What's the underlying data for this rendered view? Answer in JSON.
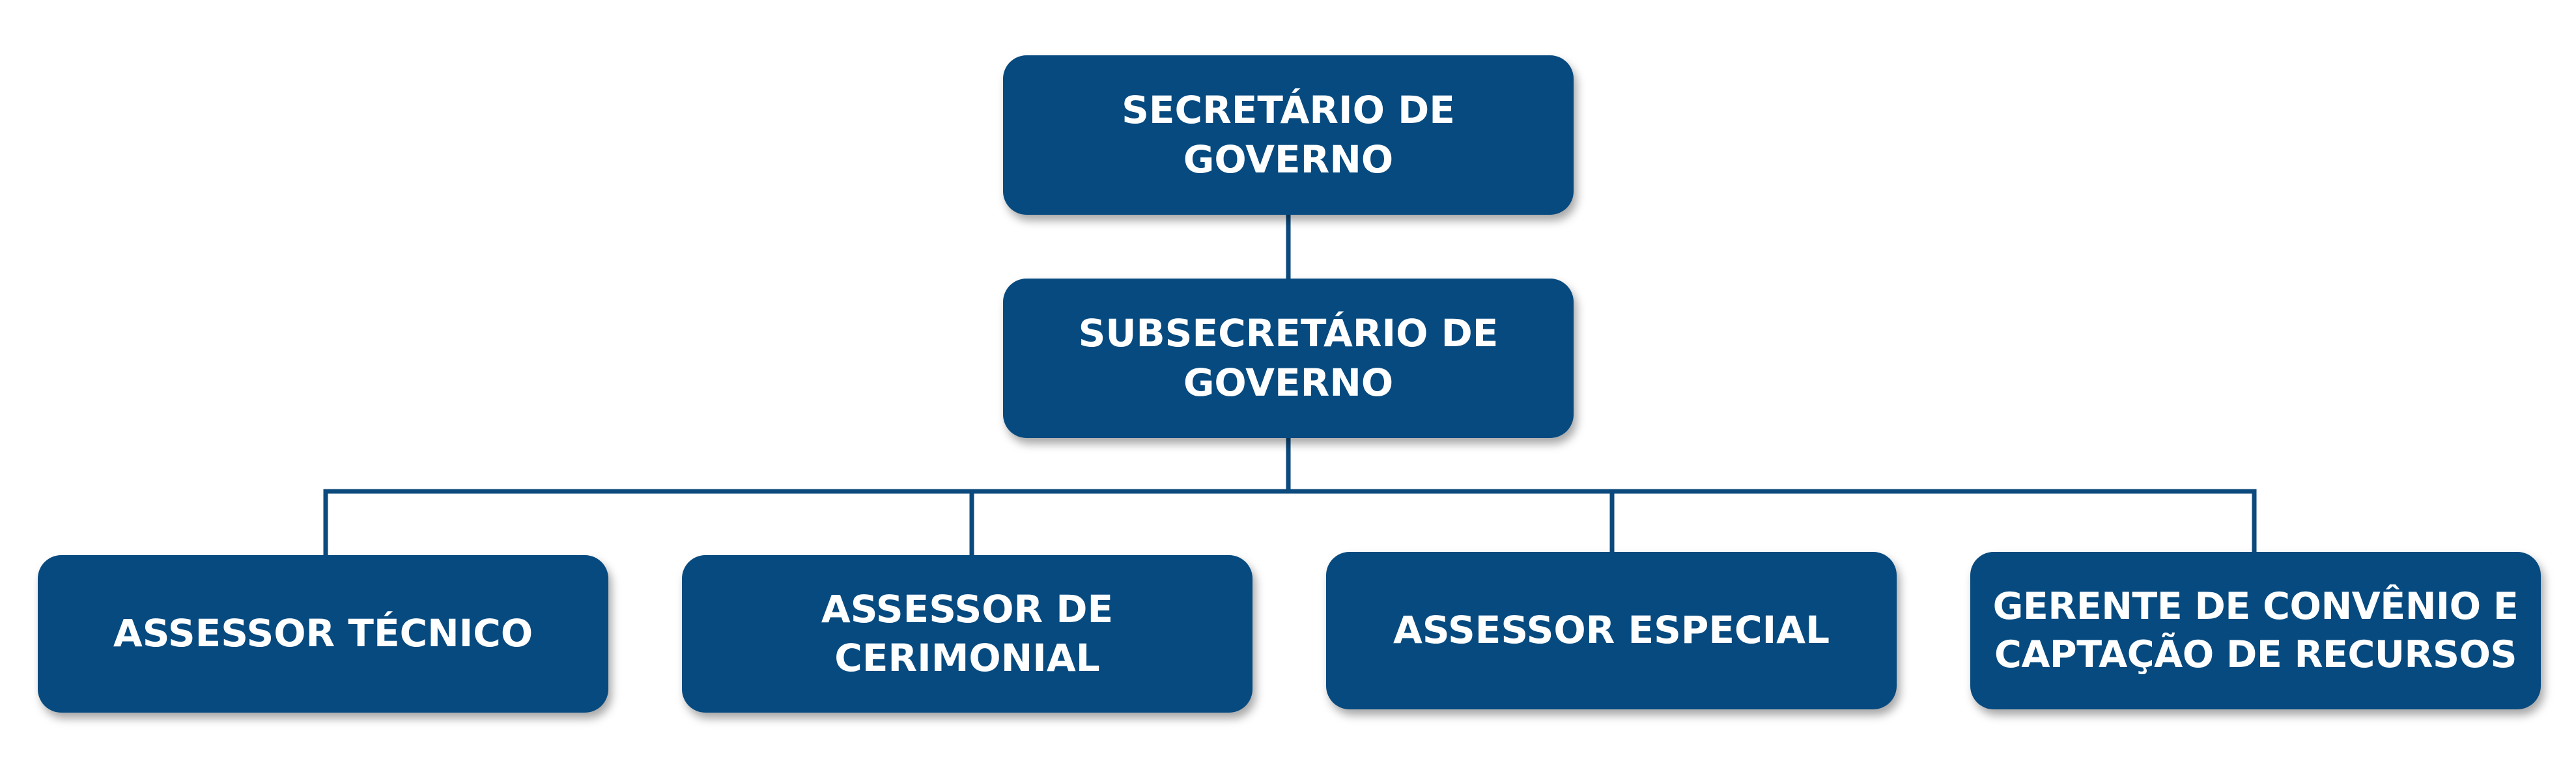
{
  "org_chart": {
    "root": {
      "label": "SECRETÁRIO DE\nGOVERNO"
    },
    "deputy": {
      "label": "SUBSECRETÁRIO DE\nGOVERNO"
    },
    "reports": [
      {
        "label": "ASSESSOR TÉCNICO"
      },
      {
        "label": "ASSESSOR DE\nCERIMONIAL"
      },
      {
        "label": "ASSESSOR ESPECIAL"
      },
      {
        "label": "GERENTE DE CONVÊNIO E\nCAPTAÇÃO DE RECURSOS"
      }
    ]
  },
  "colors": {
    "box_fill": "#064a7f",
    "connector": "#0c4a7d",
    "text": "#ffffff",
    "background": "#ffffff"
  }
}
